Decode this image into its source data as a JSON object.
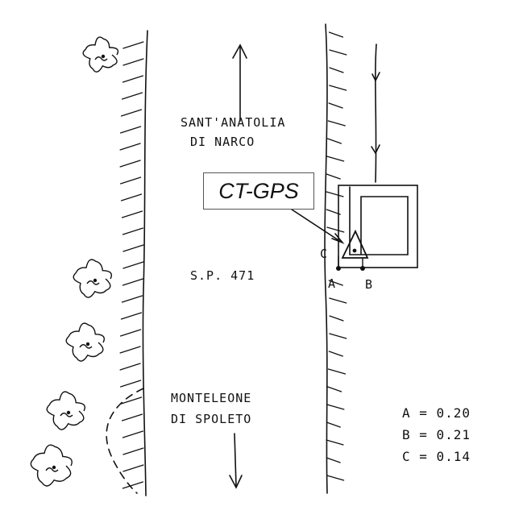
{
  "labels": {
    "north_town_line1": "SANT'ANATOLIA",
    "north_town_line2": "DI NARCO",
    "road": "S.P. 471",
    "south_town_line1": "MONTELEONE",
    "south_town_line2": "DI SPOLETO",
    "station": "CT-GPS",
    "point_a": "A",
    "point_b": "B",
    "point_c": "C"
  },
  "legend": {
    "a": "A = 0.20",
    "b": "B = 0.21",
    "c": "C = 0.14"
  },
  "icons": {
    "tree": "tree-icon",
    "station_marker": "triangle-station-icon",
    "arrow": "arrow-icon"
  }
}
